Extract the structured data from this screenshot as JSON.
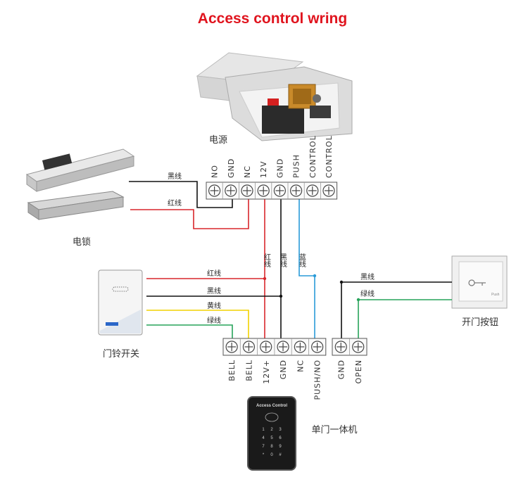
{
  "title": "Access control wring",
  "labels": {
    "power": "电源",
    "lock": "电锁",
    "doorbell": "门铃开关",
    "exit_button": "开门按钮",
    "controller": "单门一体机",
    "reader_text": "Access Control",
    "exit_plate_text": "Push"
  },
  "top_terminals": [
    "NO",
    "GND",
    "NC",
    "12V",
    "GND",
    "PUSH",
    "CONTROL",
    "CONTROL"
  ],
  "bottom_terminals_left": [
    "BELL",
    "BELL",
    "12V+",
    "GND",
    "NC",
    "PUSH/NO"
  ],
  "bottom_terminals_right": [
    "GND",
    "OPEN"
  ],
  "wires": {
    "lock_black": "黑线",
    "lock_red": "红线",
    "vertical_red": "红线",
    "vertical_black": "黑线",
    "vertical_blue": "蓝线",
    "bell_red": "红线",
    "bell_black": "黑线",
    "bell_yellow": "黄线",
    "bell_green": "绿线",
    "btn_black": "黑线",
    "btn_green": "绿线"
  },
  "colors": {
    "title": "#e0141e",
    "red_wire": "#d8262b",
    "black_wire": "#111111",
    "blue_wire": "#2a9bd8",
    "yellow_wire": "#f2d200",
    "green_wire": "#27a35a"
  }
}
